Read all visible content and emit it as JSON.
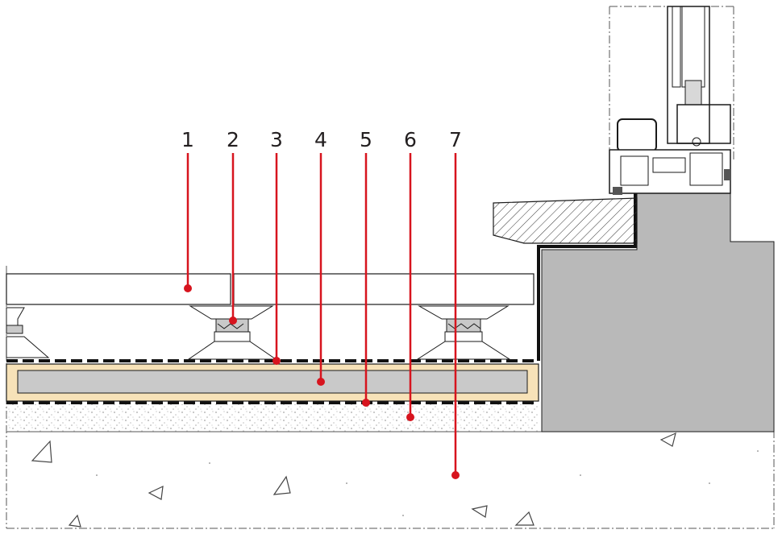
{
  "diagram": {
    "callouts": [
      {
        "label": "1"
      },
      {
        "label": "2"
      },
      {
        "label": "3"
      },
      {
        "label": "4"
      },
      {
        "label": "5"
      },
      {
        "label": "6"
      },
      {
        "label": "7"
      }
    ],
    "colors": {
      "leader": "#d7141e",
      "outline": "#1a1a1a",
      "insulation": "#f7e2b8",
      "grey_fill": "#c9c9c9",
      "concrete": "#b9b9b9",
      "stone": "#ffffff"
    }
  }
}
